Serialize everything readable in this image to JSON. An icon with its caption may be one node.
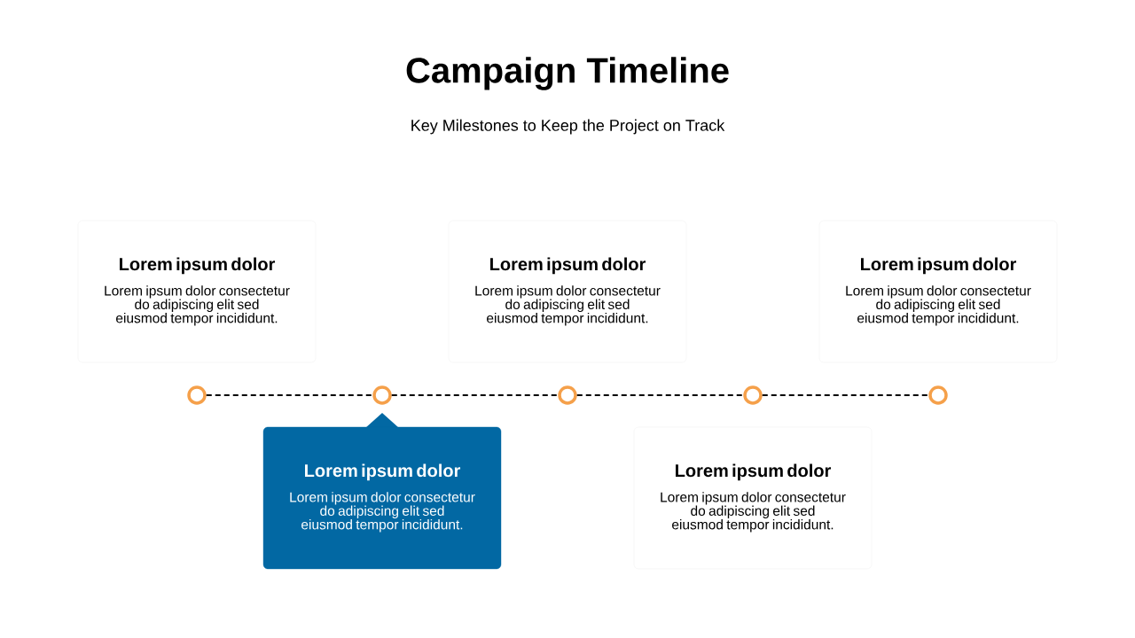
{
  "diagram": {
    "title": "Campaign Timeline",
    "nodes": [
      {
        "text": [
          "Lorem ipsum dolor",
          "Lorem ipsum dolor consectetur do adipiscing elit sed eiusmod tempor incididunt."
        ]
      },
      {
        "text": [
          "Lorem ipsum dolor",
          "Lorem ipsum dolor consectetur do adipiscing elit sed eiusmod tempor incididunt."
        ]
      },
      {
        "text": [
          "Lorem ipsum dolor",
          "Lorem ipsum dolor consectetur do adipiscing elit sed eiusmod tempor incididunt."
        ]
      },
      {
        "text": [
          "Lorem ipsum dolor",
          "Lorem ipsum dolor consectetur do adipiscing elit sed eiusmod tempor incididunt."
        ]
      },
      {
        "text": [
          "Lorem ipsum dolor",
          "Lorem ipsum dolor consectetur do adipiscing elit sed eiusmod tempor incididunt."
        ]
      },
      {
        "text": [],
        "shape": "circle"
      },
      {
        "text": [],
        "shape": "circle"
      },
      {
        "text": [],
        "shape": "circle"
      },
      {
        "text": [],
        "shape": "circle"
      },
      {
        "text": [],
        "shape": "circle"
      }
    ],
    "edges": [
      {
        "from": 5,
        "to": 6,
        "arrow": "none",
        "style": "dashed"
      },
      {
        "from": 6,
        "to": 7,
        "arrow": "none",
        "style": "dashed"
      },
      {
        "from": 7,
        "to": 8,
        "arrow": "none",
        "style": "dashed"
      },
      {
        "from": 8,
        "to": 9,
        "arrow": "none",
        "style": "dashed"
      }
    ],
    "labels": [
      "Key Milestones to Keep the Project on Track"
    ]
  }
}
